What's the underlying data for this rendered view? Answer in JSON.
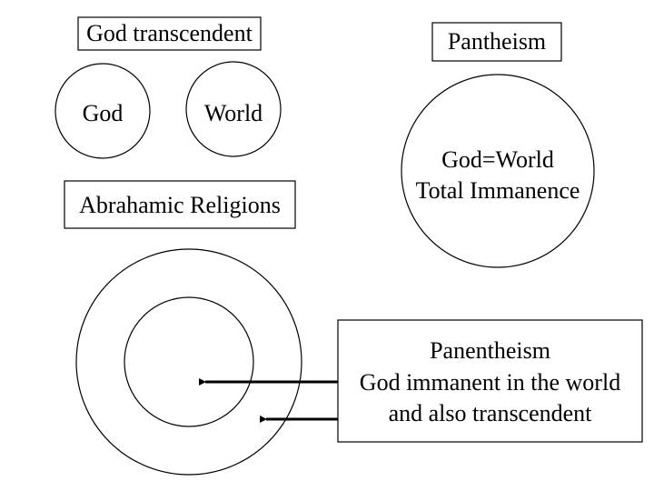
{
  "diagram": {
    "transcendent": {
      "title": "God transcendent",
      "god_label": "God",
      "world_label": "World"
    },
    "abrahamic": {
      "title": "Abrahamic Religions"
    },
    "pantheism": {
      "title": "Pantheism",
      "line1": "God=World",
      "line2": "Total Immanence"
    },
    "panentheism": {
      "line1": "Panentheism",
      "line2": "God immanent in the world",
      "line3": "and also transcendent"
    }
  }
}
